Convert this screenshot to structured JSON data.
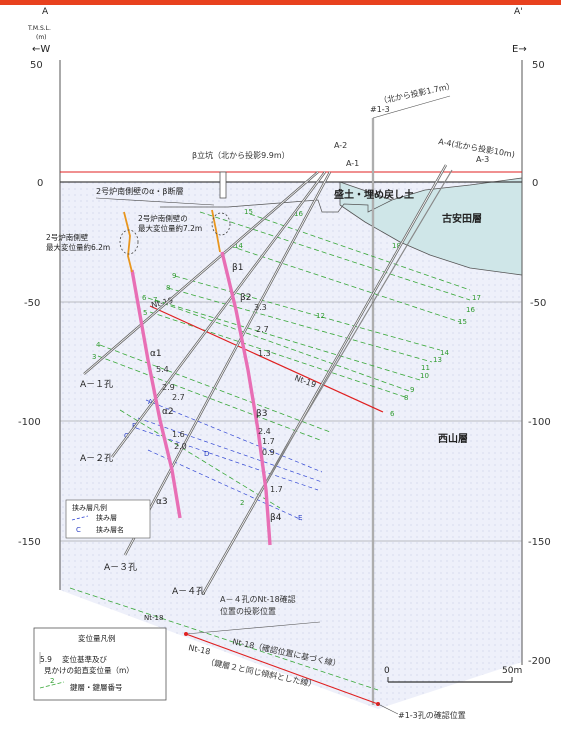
{
  "header": {
    "left_point": "A",
    "right_point": "A'",
    "elev_unit": "T.M.S.L.",
    "elev_unit2": "(m)",
    "west": "←W",
    "east": "E→"
  },
  "axis": {
    "left_ticks": [
      "50",
      "0",
      "-50",
      "-100",
      "-150"
    ],
    "right_ticks": [
      "50",
      "0",
      "-50",
      "-100",
      "-150",
      "-200"
    ]
  },
  "labels": {
    "beta_pit": "β立坑（北から投影9.9m）",
    "fill_soil": "盛土・埋め戻し土",
    "furuyasuda": "古安田層",
    "nishiyama": "西山層",
    "fault_title": "2号炉南側壁のα・β断層",
    "wall_n": "2号炉南側壁の",
    "wall_n2": "最大変位量約7.2m",
    "wall_s": "2号炉南側壁",
    "wall_s2": "最大変位量約6.2m",
    "i3_note": "#1-3",
    "i3_note2": "（北から投影1.7m）",
    "a4_note": "A-4(北から投影10m)",
    "a2": "A-2",
    "a1": "A-1",
    "a3": "A-3",
    "hole_a1": "A－１孔",
    "hole_a2": "A－２孔",
    "hole_a3": "A－３孔",
    "hole_a4": "A－４孔",
    "alpha1": "α1",
    "alpha2": "α2",
    "alpha3": "α3",
    "beta2": "β2",
    "beta3": "β3",
    "beta4": "β4",
    "beta1": "β1",
    "nt19a": "Nt-19",
    "nt19b": "Nt-19",
    "nt18_a4": "A－４孔のNt-18確認",
    "nt18_a4b": "位置の投影位置",
    "nt18_green": "Nt-18",
    "nt18_red1": "Nt-18（確認位置に基づく線）",
    "nt18_red2": "Nt-18",
    "nt18_red3": "（鍵層２と同じ傾斜とした線）",
    "i3_confirm": "#1-3孔の確認位置",
    "scale_0": "0",
    "scale_50": "50m"
  },
  "values": {
    "v33": "3.3",
    "v27a": "2.7",
    "v13": "1.3",
    "v54": "5.4",
    "v29": "2.9",
    "v27b": "2.7",
    "v16": "1.6",
    "v20": "2.0",
    "v24": "2.4",
    "v17a": "1.7",
    "v09": "0.9",
    "v17b": "1.7"
  },
  "key_beds_left": [
    "15",
    "16",
    "14",
    "9",
    "8",
    "7",
    "6",
    "5",
    "4",
    "3",
    "2"
  ],
  "key_beds_right": [
    "17",
    "16",
    "15",
    "12",
    "14",
    "13",
    "11",
    "10",
    "9",
    "8",
    "6",
    "18"
  ],
  "thin_beds": [
    "A",
    "B",
    "C",
    "D",
    "E"
  ],
  "legend_thin": {
    "title": "挟み層凡例",
    "item1": "挟み層",
    "item2_marker": "C",
    "item2": "挟み層名"
  },
  "legend_disp": {
    "title": "変位量凡例",
    "item1_marker": "5.9",
    "item1a": "変位基準及び",
    "item1b": "見かけの鉛直変位量（m）",
    "item2_marker": "2",
    "item2": "鍵層・鍵層番号"
  },
  "colors": {
    "fault_pink": "#e86fb5",
    "wall_orange": "#e8961e",
    "key_green": "#39a839",
    "thin_blue": "#3348d4",
    "red_line": "#e02020",
    "furuyasuda_fill": "#cfe6e8",
    "section_fill": "#eeeef8"
  }
}
